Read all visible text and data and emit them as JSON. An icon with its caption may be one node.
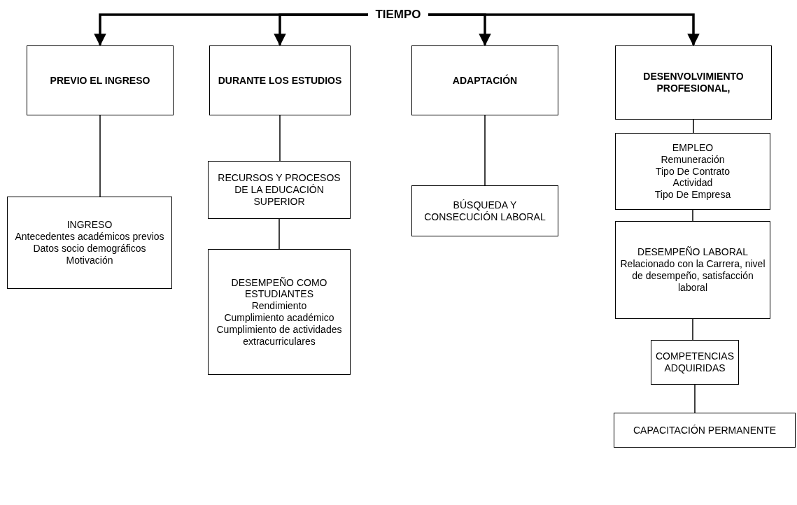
{
  "diagram": {
    "nodes": [
      {
        "text": [
          "TIEMPO"
        ]
      },
      {
        "text": [
          "PREVIO EL INGRESO"
        ]
      },
      {
        "text": [
          "DURANTE LOS ESTUDIOS"
        ]
      },
      {
        "text": [
          "ADAPTACIÓN"
        ]
      },
      {
        "text": [
          "DESENVOLVIMIENTO PROFESIONAL,"
        ]
      },
      {
        "text": [
          "INGRESO",
          "Antecedentes académicos previos",
          "Datos socio demográficos",
          "Motivación"
        ]
      },
      {
        "text": [
          "RECURSOS Y PROCESOS DE LA EDUCACIÓN SUPERIOR"
        ]
      },
      {
        "text": [
          "BÚSQUEDA Y CONSECUCIÓN LABORAL"
        ]
      },
      {
        "text": [
          "DESEMPEÑO COMO ESTUDIANTES",
          "Rendimiento",
          "Cumplimiento académico",
          "Cumplimiento de actividades extracurriculares"
        ]
      },
      {
        "text": [
          "EMPLEO",
          "Remuneración",
          "Tipo De Contrato",
          "Actividad",
          "Tipo De Empresa"
        ]
      },
      {
        "text": [
          "DESEMPEÑO LABORAL",
          "Relacionado con la Carrera, nivel de desempeño, satisfacción laboral"
        ]
      },
      {
        "text": [
          "COMPETENCIAS ADQUIRIDAS"
        ]
      },
      {
        "text": [
          "CAPACITACIÓN PERMANENTE"
        ]
      }
    ],
    "edges": [
      {
        "from": 0,
        "to": 1,
        "arrow": "to",
        "style": "thick"
      },
      {
        "from": 0,
        "to": 2,
        "arrow": "to",
        "style": "thick"
      },
      {
        "from": 0,
        "to": 3,
        "arrow": "to",
        "style": "thick"
      },
      {
        "from": 0,
        "to": 4,
        "arrow": "to",
        "style": "thick"
      },
      {
        "from": 1,
        "to": 5,
        "arrow": "none"
      },
      {
        "from": 2,
        "to": 6,
        "arrow": "none"
      },
      {
        "from": 6,
        "to": 8,
        "arrow": "none"
      },
      {
        "from": 3,
        "to": 7,
        "arrow": "none"
      },
      {
        "from": 4,
        "to": 9,
        "arrow": "none"
      },
      {
        "from": 9,
        "to": 10,
        "arrow": "none"
      },
      {
        "from": 10,
        "to": 11,
        "arrow": "none"
      },
      {
        "from": 11,
        "to": 12,
        "arrow": "none"
      }
    ]
  }
}
